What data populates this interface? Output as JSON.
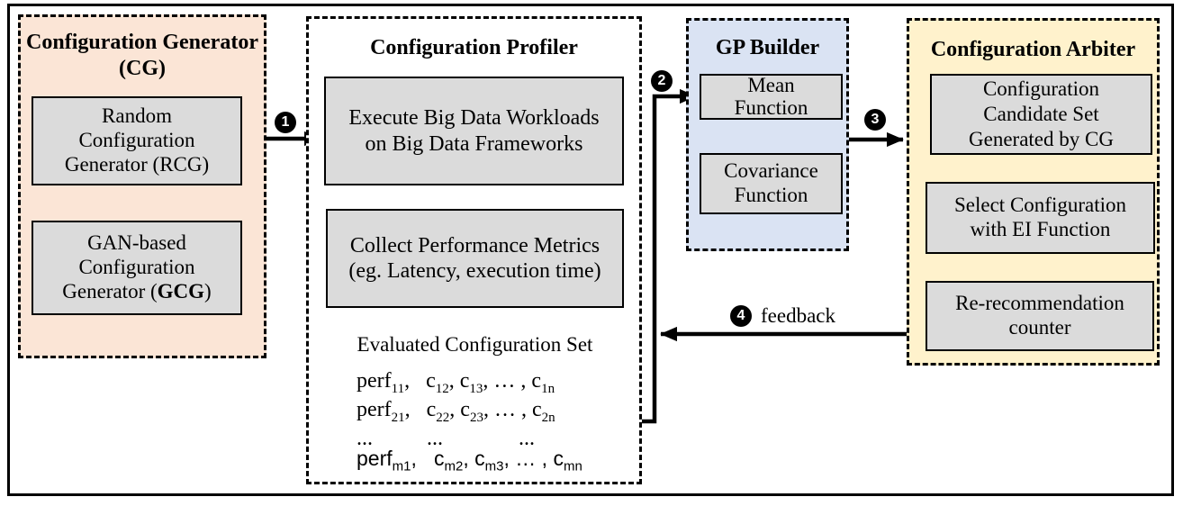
{
  "diagram": {
    "colors": {
      "cg_fill": "#fbe5d6",
      "gp_fill": "#dae3f3",
      "arbiter_fill": "#fff2cc",
      "box_fill": "#dbdbdb",
      "line": "#000000"
    },
    "cg": {
      "title_line1": "Configuration Generator",
      "title_line2": "(CG)",
      "rcg_box": {
        "line1": "Random",
        "line2": "Configuration",
        "line3": "Generator (RCG)"
      },
      "gcg_box": {
        "line1": "GAN-based",
        "line2": "Configuration",
        "line3_prefix": "Generator (",
        "line3_bold": "GCG",
        "line3_suffix": ")"
      }
    },
    "profiler": {
      "title": "Configuration Profiler",
      "execute_box": {
        "line1": "Execute Big Data Workloads",
        "line2": "on Big Data Frameworks"
      },
      "collect_box": {
        "line1": "Collect Performance Metrics",
        "line2": "(eg. Latency, execution time)"
      },
      "evaluated_set_caption": "Evaluated Configuration Set",
      "matrix_rows": [
        {
          "font": "serif",
          "segments": [
            {
              "t": "perf",
              "sub": "11"
            },
            {
              "t": ",   c",
              "sub": "12"
            },
            {
              "t": ", c",
              "sub": "13"
            },
            {
              "t": ", … , c",
              "sub": "1n"
            }
          ]
        },
        {
          "font": "serif",
          "segments": [
            {
              "t": "perf",
              "sub": "21"
            },
            {
              "t": ",   c",
              "sub": "22"
            },
            {
              "t": ", c",
              "sub": "23"
            },
            {
              "t": ", … , c",
              "sub": "2n"
            }
          ]
        },
        {
          "font": "serif",
          "segments": [
            {
              "t": "...          ...              ...",
              "sub": ""
            }
          ]
        },
        {
          "font": "sans",
          "segments": [
            {
              "t": "perf",
              "sub": "m1"
            },
            {
              "t": ",   c",
              "sub": "m2"
            },
            {
              "t": ", c",
              "sub": "m3"
            },
            {
              "t": ", … , c",
              "sub": "mn"
            }
          ]
        }
      ]
    },
    "gp": {
      "title": "GP Builder",
      "mean_box": {
        "line1": "Mean",
        "line2": "Function"
      },
      "covariance_box": {
        "line1": "Covariance",
        "line2": "Function"
      }
    },
    "arbiter": {
      "title": "Configuration Arbiter",
      "candidate_box": {
        "line1": "Configuration",
        "line2": "Candidate Set",
        "line3": "Generated by CG"
      },
      "select_box": {
        "line1": "Select Configuration",
        "line2": "with EI Function"
      },
      "counter_box": {
        "line1": "Re-recommendation",
        "line2": "counter"
      }
    },
    "steps": {
      "s1": "1",
      "s2": "2",
      "s3": "3",
      "s4": "4",
      "s4_label": "feedback"
    }
  }
}
